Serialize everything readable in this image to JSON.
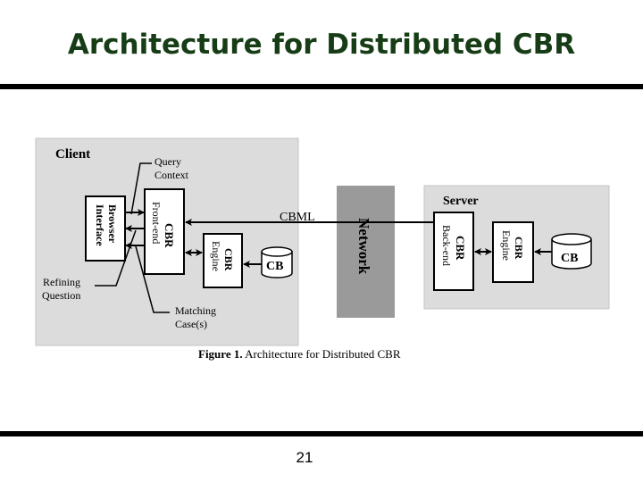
{
  "slide": {
    "title": "Architecture for Distributed CBR",
    "page_number": "21"
  },
  "figure": {
    "caption_label": "Figure 1.",
    "caption_text": " Architecture for Distributed CBR",
    "client": {
      "label": "Client",
      "browser_interface": [
        "Browser",
        "Interface"
      ],
      "front_end": [
        "CBR",
        "Front-end"
      ],
      "engine": [
        "CBR",
        "Engine"
      ],
      "case_base": "CB",
      "annotations": {
        "query_context": [
          "Query",
          "Context"
        ],
        "refining_question": [
          "Refining",
          "Question"
        ],
        "matching_cases": [
          "Matching",
          "Case(s)"
        ]
      }
    },
    "network": {
      "label": "Network",
      "link_label": "CBML"
    },
    "server": {
      "label": "Server",
      "back_end": [
        "CBR",
        "Back-end"
      ],
      "engine": [
        "CBR",
        "Engine"
      ],
      "case_base": "CB"
    },
    "colors": {
      "title": "#173d17",
      "panel": "#dcdcdc",
      "network": "#9a9a9a"
    }
  }
}
